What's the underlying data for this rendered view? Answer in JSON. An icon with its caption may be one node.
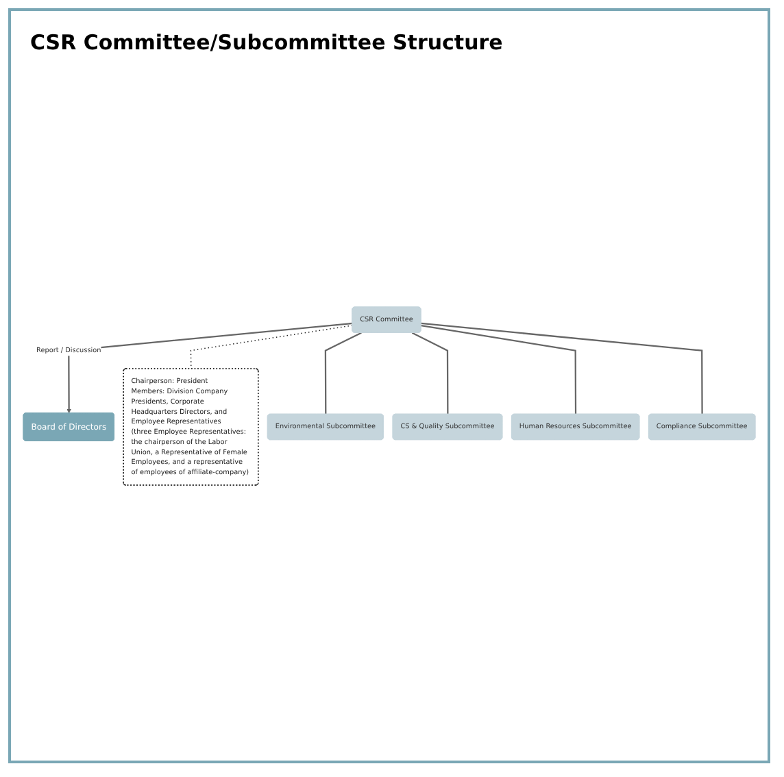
{
  "diagram": {
    "title": "CSR Committee/Subcommittee Structure",
    "nodes": [
      {
        "text": [
          "Board of Directors"
        ]
      },
      {
        "text": [
          "CSR Committee"
        ]
      },
      {
        "text": [
          "Chairperson: President",
          "Members: Division Company Presidents, Corporate Headquarters Directors, and Employee Representatives",
          "(three Employee Representatives: the chairperson of the Labor Union, a Representative of Female Employees, and a representative of employees of affiliate-company)"
        ]
      },
      {
        "text": [
          "Environmental Subcommittee"
        ]
      },
      {
        "text": [
          "CS & Quality Subcommittee"
        ]
      },
      {
        "text": [
          "Human Resources Subcommittee"
        ]
      },
      {
        "text": [
          "Compliance Subcommittee"
        ]
      }
    ],
    "edges": [
      {
        "from": 1,
        "to": 0,
        "arrow": "to",
        "label": "Report / Discussion"
      },
      {
        "from": 1,
        "to": 2,
        "arrow": "none",
        "style": "dashed",
        "color": "#222222"
      },
      {
        "from": 1,
        "to": 3,
        "arrow": "none"
      },
      {
        "from": 1,
        "to": 4,
        "arrow": "none"
      },
      {
        "from": 1,
        "to": 5,
        "arrow": "none"
      },
      {
        "from": 1,
        "to": 6,
        "arrow": "none"
      }
    ]
  }
}
